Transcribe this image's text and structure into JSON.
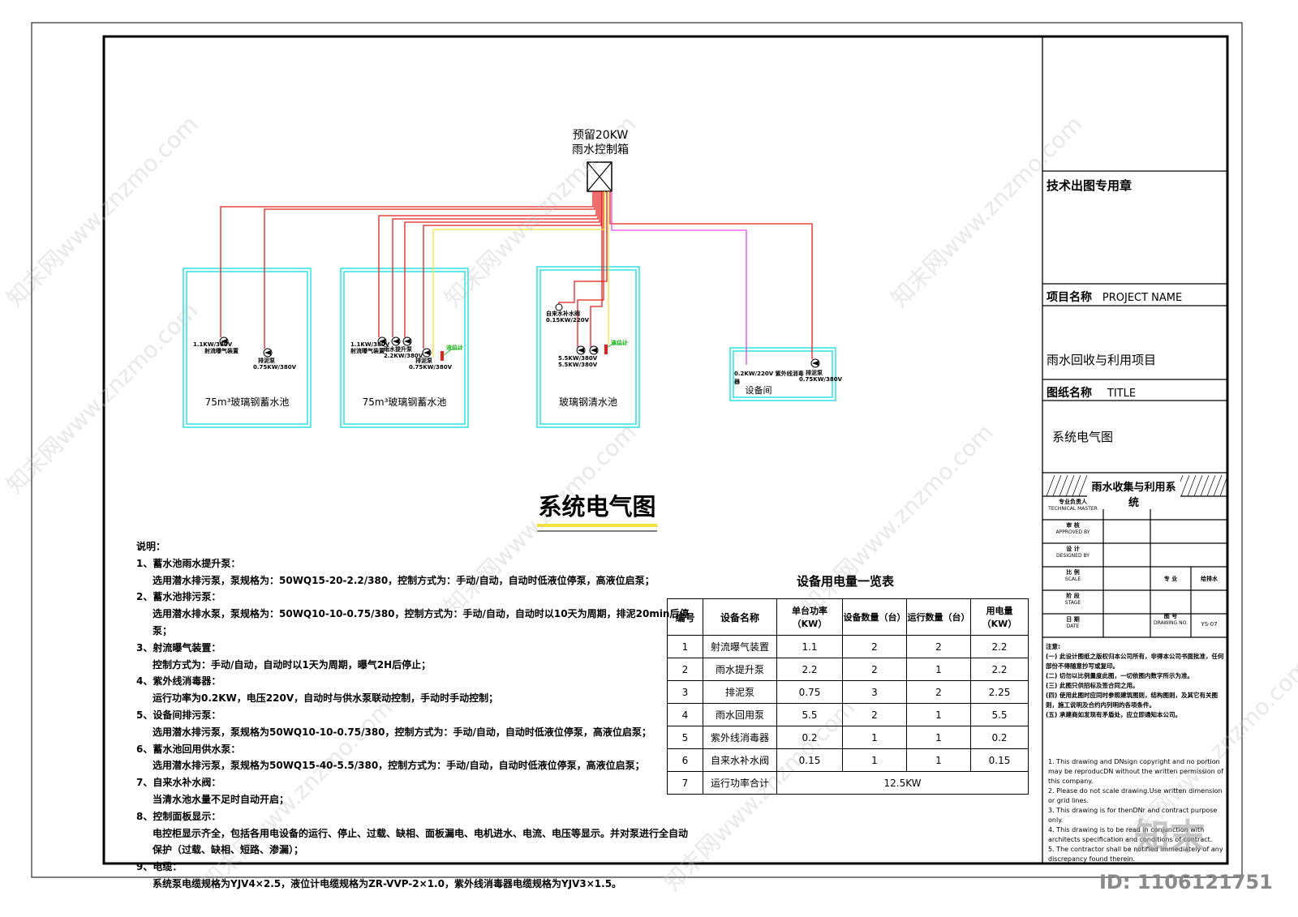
{
  "diagram": {
    "control_box": {
      "line1": "预留20KW",
      "line2": "雨水控制箱"
    },
    "tanks": [
      {
        "name": "75m³玻璃钢蓄水池"
      },
      {
        "name": "75m³玻璃钢蓄水池"
      },
      {
        "name": "玻璃钢清水池"
      },
      {
        "name": "设备间"
      }
    ],
    "pumps": {
      "t1_aerator": "1.1KW/380V",
      "t1_aerator_name": "射流曝气装置",
      "t1_sludge": "排泥泵",
      "t1_sludge_power": "0.75KW/380V",
      "t2_aerator": "1.1KW/380V",
      "t2_aerator_name": "射流曝气装置",
      "t2_lift": "雨水提升泵",
      "t2_lift_power": "2.2KW/380V",
      "t2_sludge": "排泥泵",
      "t2_sludge_power": "0.75KW/380V",
      "t2_level": "液位计",
      "t3_valve_name": "自来水补水阀",
      "t3_valve_power": "0.15KW/220V",
      "t3_pumps_power": "5.5KW/380V 5.5KW/380V",
      "t3_level": "液位计",
      "room_uv": "0.2KW/220V  紫外线消毒器",
      "room_sludge": "排泥泵",
      "room_sludge_power": "0.75KW/380V"
    },
    "title": "系统电气图"
  },
  "notes": {
    "heading": "说明：",
    "items": [
      {
        "h": "1、蓄水池雨水提升泵：",
        "d": "选用潜水排污泵，泵规格为：50WQ15-20-2.2/380，控制方式为：手动/自动，自动时低液位停泵，高液位启泵；"
      },
      {
        "h": "2、蓄水池排污泵：",
        "d": "选用潜水排水泵，泵规格为：50WQ10-10-0.75/380，控制方式为：手动/自动，自动时以10天为周期，排泥20min后停泵；"
      },
      {
        "h": "3、射流曝气装置：",
        "d": "控制方式为：手动/自动，自动时以1天为周期，曝气2H后停止；"
      },
      {
        "h": "4、紫外线消毒器：",
        "d": "运行功率为0.2KW，电压220V，自动时与供水泵联动控制，手动时手动控制；"
      },
      {
        "h": "5、设备间排污泵：",
        "d": "选用潜水排污泵，泵规格为50WQ10-10-0.75/380，控制方式为：手动/自动，自动时低液位停泵，高液位启泵；"
      },
      {
        "h": "6、蓄水池回用供水泵：",
        "d": "选用潜水排污泵，泵规格为50WQ15-40-5.5/380，控制方式为：手动/自动，自动时低液位停泵，高液位启泵；"
      },
      {
        "h": "7、自来水补水阀：",
        "d": "当清水池水量不足时自动开启；"
      },
      {
        "h": "8、控制面板显示：",
        "d": "电控柜显示齐全，包括各用电设备的运行、停止、过载、缺相、面板漏电、电机进水、电流、电压等显示。并对泵进行全自动保护（过载、缺相、短路、渗漏）；"
      },
      {
        "h": "9、电缆：",
        "d": "系统泵电缆规格为YJV4×2.5，液位计电缆规格为ZR-VVP-2×1.0，紫外线消毒器电缆规格为YJV3×1.5。"
      }
    ]
  },
  "equipment_table": {
    "title": "设备用电量一览表",
    "headers": [
      "编号",
      "设备名称",
      "单台功率（KW）",
      "设备数量（台）",
      "运行数量（台）",
      "用电量（KW）"
    ],
    "rows": [
      [
        "1",
        "射流曝气装置",
        "1.1",
        "2",
        "2",
        "2.2"
      ],
      [
        "2",
        "雨水提升泵",
        "2.2",
        "2",
        "1",
        "2.2"
      ],
      [
        "3",
        "排泥泵",
        "0.75",
        "3",
        "2",
        "2.25"
      ],
      [
        "4",
        "雨水回用泵",
        "5.5",
        "2",
        "1",
        "5.5"
      ],
      [
        "5",
        "紫外线消毒器",
        "0.2",
        "1",
        "1",
        "0.2"
      ],
      [
        "6",
        "自来水补水阀",
        "0.15",
        "1",
        "1",
        "0.15"
      ]
    ],
    "total_row": {
      "no": "7",
      "label": "运行功率合计",
      "value": "12.5KW"
    }
  },
  "title_block": {
    "stamp": "技术出图专用章",
    "project_label": "项目名称",
    "project_label_en": "PROJECT NAME",
    "project_value": "雨水回收与利用项目",
    "drawing_label": "图纸名称",
    "drawing_label_en": "TITLE",
    "drawing_value": "系统电气图",
    "system_name": "雨水收集与利用系统",
    "rows": [
      {
        "cn": "专业负责人",
        "en": "TECHNICAL MASTER"
      },
      {
        "cn": "审  核",
        "en": "APPROVED BY"
      },
      {
        "cn": "设  计",
        "en": "DESIGNED BY"
      },
      {
        "cn": "比  例",
        "en": "SCALE"
      },
      {
        "cn": "阶  段",
        "en": "STAGE"
      },
      {
        "cn": "日  期",
        "en": "DATE"
      }
    ],
    "discipline_label": "专 业",
    "discipline_value": "给排水",
    "drawing_no_label": "图 号",
    "drawing_no_label_en": "DRAWING NO.",
    "drawing_no_value": "YS-07",
    "notes_heading": "注意:",
    "notes_cn": [
      "(一) 此设计图纸之版权归本公司所有，非得本公司书面批准，任何部份不得随意抄写或复印。",
      "(二) 切勿以比例量度此图，一切依图内数字所示为准。",
      "(三) 此图只供招标及签合同之用。",
      "(四) 使用此图时应同时参照建筑图则，结构图则，及其它有关图则，施工说明及合约内列明的各项条件。",
      "(五) 承建商如发现有矛盾处，应立即通知本公司。"
    ],
    "notes_en": [
      "1. This drawing and DNsign copyright and no portion may be reproducDN without the written permission of this company.",
      "2. Please do not scale drawing.Use written dimension or grid lines.",
      "3. This drawing is for thenDNr and contract purpose only.",
      "4. This drawing is to be read in conjunction with architects specification and conditions of contract.",
      "5. The contractor shall be notified immediately of any discrepancy found therein."
    ]
  },
  "footer": {
    "id": "ID: 1106121751",
    "brand": "知末"
  }
}
